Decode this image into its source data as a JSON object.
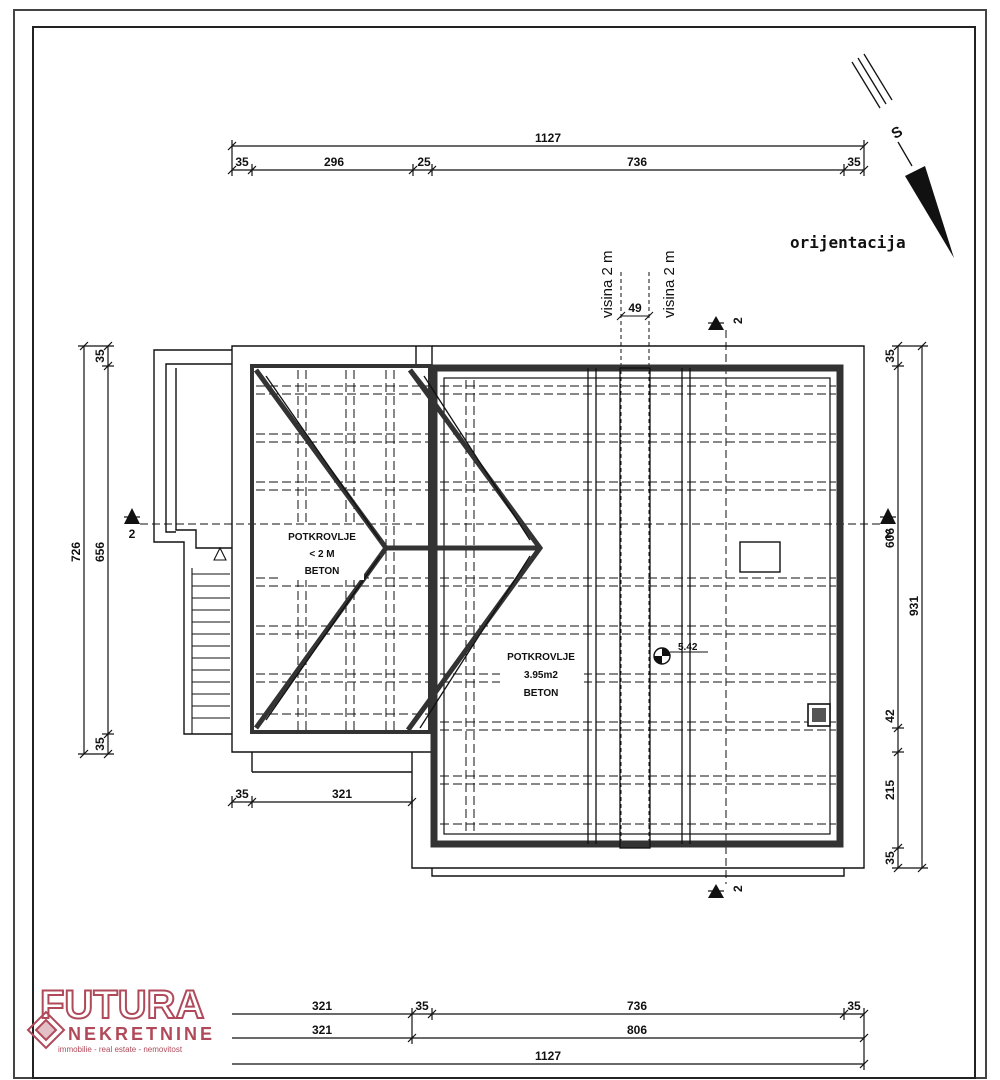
{
  "orientation": {
    "label": "orijentacija",
    "north_letter": "S"
  },
  "top_dimensions": {
    "overall": "1127",
    "segments": [
      "35",
      "296",
      "25",
      "736",
      "35"
    ]
  },
  "bottom_dimensions": {
    "row1": [
      "321",
      "35",
      "736",
      "35"
    ],
    "row2": [
      "321",
      "806"
    ],
    "overall": "1127"
  },
  "left_dimensions": {
    "outer": "726",
    "inner": "656",
    "top": "35",
    "bottom": "35"
  },
  "left_lower_dimension": {
    "a": "35",
    "b": "321"
  },
  "right_dimensions": {
    "outer": "931",
    "segments": [
      "35",
      "606",
      "42",
      "215",
      "35"
    ]
  },
  "height_lines": {
    "left_label": "visina 2 m",
    "right_label": "visina 2 m",
    "gap": "49"
  },
  "section_marks": {
    "label": "2"
  },
  "rooms": [
    {
      "name": "POTKROVLJE",
      "area": "< 2 M",
      "material": "BETON"
    },
    {
      "name": "POTKROVLJE",
      "area": "3.95m2",
      "material": "BETON"
    }
  ],
  "elevation": "5.42",
  "logo": {
    "main": "FUTURA",
    "sub": "NEKRETNINE",
    "tagline": "immobilie - real estate - nemovitost"
  },
  "colors": {
    "line": "#111111",
    "wall": "#333333",
    "logo": "#b04a5a"
  }
}
